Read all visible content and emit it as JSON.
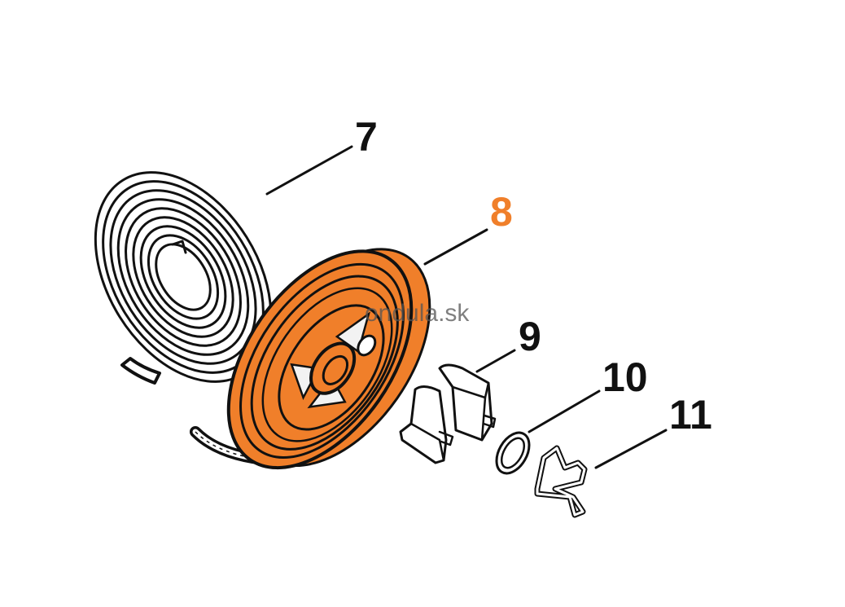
{
  "watermark": "ondula.sk",
  "colors": {
    "highlight": "#f07f2a",
    "ink": "#111111",
    "background": "#ffffff"
  },
  "parts": [
    {
      "number": "7",
      "highlighted": false
    },
    {
      "number": "8",
      "highlighted": true
    },
    {
      "number": "9",
      "highlighted": false
    },
    {
      "number": "10",
      "highlighted": false
    },
    {
      "number": "11",
      "highlighted": false
    }
  ]
}
